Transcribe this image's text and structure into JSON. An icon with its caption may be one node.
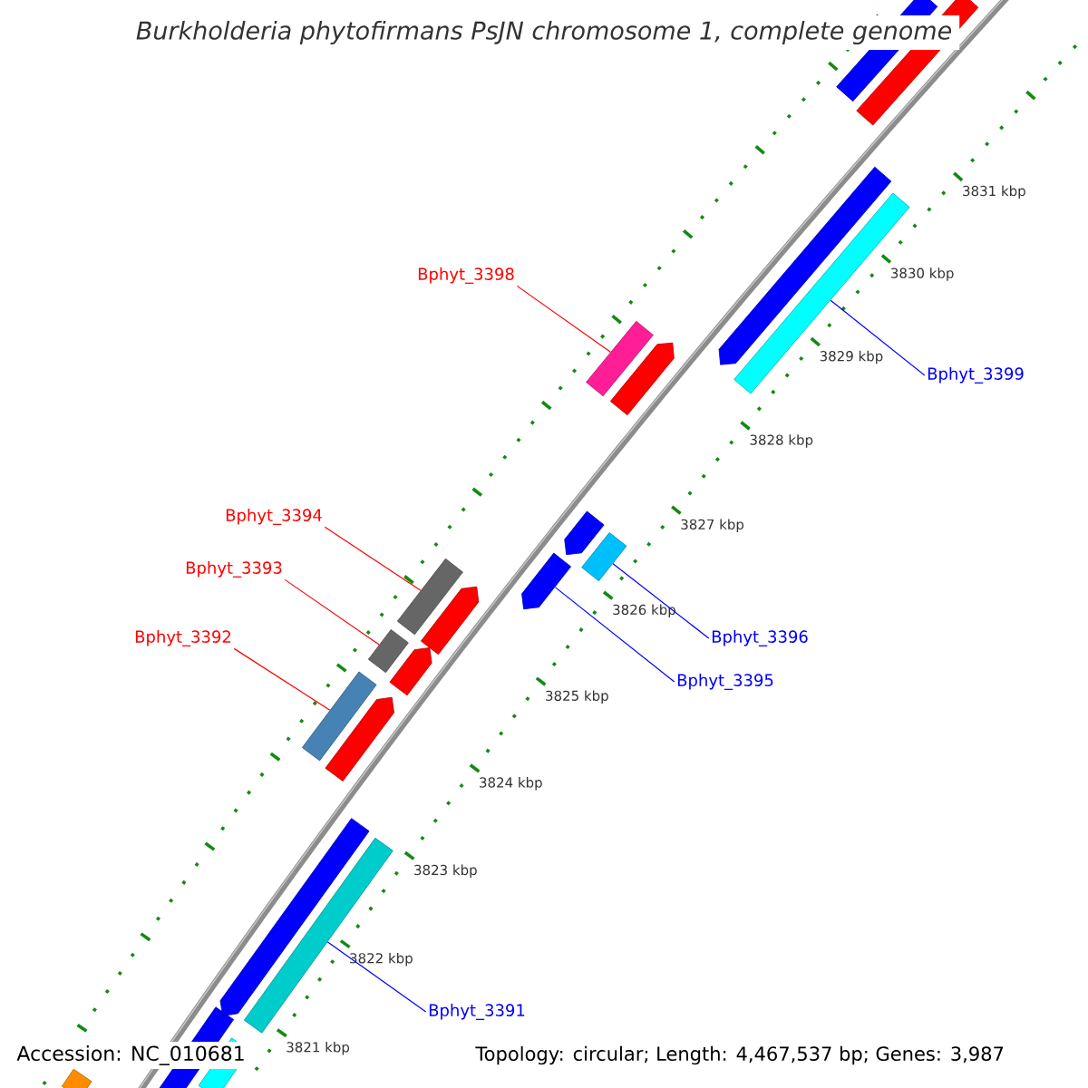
{
  "diagram": {
    "title": "Burkholderia phytofirmans PsJN chromosome 1, complete genome",
    "nodes": [
      {
        "text": [
          "Bphyt_3398"
        ]
      },
      {
        "text": [],
        "shape": "bar"
      },
      {
        "text": [
          "Bphyt_3399"
        ]
      },
      {
        "text": [],
        "shape": "bar"
      },
      {
        "text": [
          "Bphyt_3394"
        ]
      },
      {
        "text": [],
        "shape": "bar"
      },
      {
        "text": [
          "Bphyt_3393"
        ]
      },
      {
        "text": [],
        "shape": "bar"
      },
      {
        "text": [
          "Bphyt_3396"
        ]
      },
      {
        "text": [],
        "shape": "bar"
      },
      {
        "text": [
          "Bphyt_3392"
        ]
      },
      {
        "text": [],
        "shape": "bar"
      },
      {
        "text": [
          "Bphyt_3395"
        ]
      },
      {
        "text": [],
        "shape": "arrow"
      },
      {
        "text": [
          "Bphyt_3391"
        ]
      },
      {
        "text": [],
        "shape": "bar"
      },
      {
        "text": [],
        "shape": "arrow"
      }
    ],
    "edges": [
      {
        "from": 0,
        "to": 1,
        "arrow": "none",
        "color": "#ff0000"
      },
      {
        "from": 2,
        "to": 3,
        "arrow": "none",
        "color": "#0000ff"
      },
      {
        "from": 4,
        "to": 5,
        "arrow": "none",
        "color": "#ff0000"
      },
      {
        "from": 6,
        "to": 7,
        "arrow": "none",
        "color": "#ff0000"
      },
      {
        "from": 8,
        "to": 9,
        "arrow": "none",
        "color": "#0000ff"
      },
      {
        "from": 10,
        "to": 11,
        "arrow": "none",
        "color": "#ff0000"
      },
      {
        "from": 12,
        "to": 13,
        "arrow": "none",
        "color": "#0000ff"
      },
      {
        "from": 14,
        "to": 15,
        "arrow": "none",
        "color": "#0000ff"
      }
    ],
    "labels": [
      "3831 kbp",
      "3830 kbp",
      "3829 kbp",
      "3828 kbp",
      "3827 kbp",
      "3826 kbp",
      "3825 kbp",
      "3824 kbp",
      "3823 kbp",
      "3822 kbp",
      "3821 kbp",
      "Accession: NC_010681",
      "Topology: circular; Length: 4,467,537 bp; Genes: 3,987"
    ]
  }
}
